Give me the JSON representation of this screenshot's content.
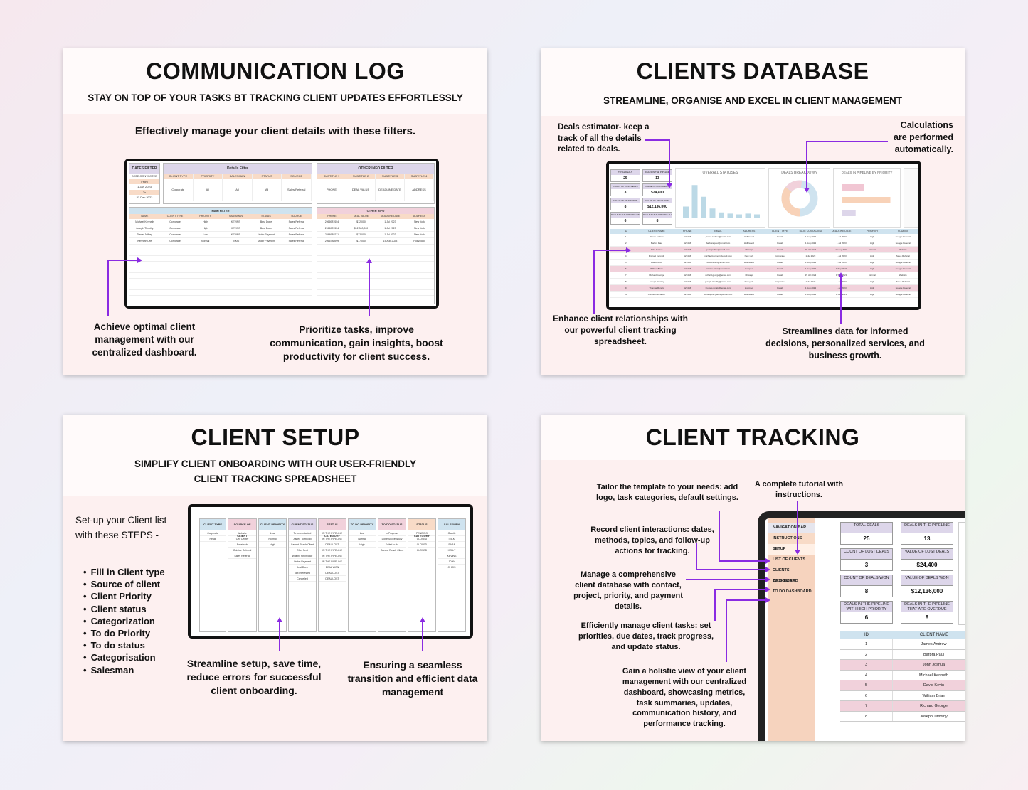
{
  "comm_log": {
    "title": "COMMUNICATION LOG",
    "subtitle": "STAY ON TOP OF YOUR TASKS BT TRACKING CLIENT UPDATES  EFFORTLESSLY",
    "headline": "Effectively manage your client details with these filters.",
    "caption_left": "Achieve optimal client management with our centralized dashboard.",
    "caption_right": "Prioritize tasks, improve communication, gain insights, boost productivity for client success.",
    "sheet": {
      "dates_filter": "DATES FILTER",
      "date_contacted": "DATE CONTACTED",
      "from": "From",
      "from_date": "1 Jan 2023",
      "to": "To",
      "to_date": "31 Dec 2023",
      "details_filter": "Details Filter",
      "details_cols": [
        "CLIENT TYPE",
        "PRIORITY",
        "SALESMAN",
        "STATUS",
        "SOURCE"
      ],
      "details_vals": [
        "Corporate",
        "All",
        "All",
        "All",
        "Sales Referral"
      ],
      "other_filter": "OTHER INFO FILTER",
      "other_cols": [
        "SUBTITLE 1",
        "SUBTITLE 2",
        "SUBTITLE 3",
        "SUBTITLE 4"
      ],
      "other_vals": [
        "PHONE",
        "DEAL VALUE",
        "DEADLINE DATE",
        "ADDRESS"
      ],
      "main_filter": "MAIN FILTER",
      "main_cols": [
        "NAME",
        "CLIENT TYPE",
        "PRIORITY",
        "SALESMAN",
        "STATUS",
        "SOURCE"
      ],
      "main_rows": [
        [
          "Michael Kenneth",
          "Corporate",
          "High",
          "KEVINS",
          "Best Done",
          "Sales Referral"
        ],
        [
          "Joseph Timothy",
          "Corporate",
          "High",
          "KEVINS",
          "Best Done",
          "Sales Referral"
        ],
        [
          "Daniel Jeffrey",
          "Corporate",
          "Low",
          "KEVINS",
          "Under Payment",
          "Sales Referral"
        ],
        [
          "Kenneth Lee",
          "Corporate",
          "Normal",
          "TEKKI",
          "Under Payment",
          "Sales Referral"
        ]
      ],
      "other_info": "OTHER INFO",
      "other_info_cols": [
        "PHONE",
        "DEAL VALUE",
        "DEADLINE DATE",
        "ADDRESS"
      ],
      "other_info_rows": [
        [
          "2066987654",
          "$12,000",
          "1 Jul 2023",
          "New York"
        ],
        [
          "2066987654",
          "$12,000,000",
          "1 Jul 2023",
          "New York"
        ],
        [
          "2066988711",
          "$12,000",
          "1 Jul 2023",
          "New York"
        ],
        [
          "2066788999",
          "$77,000",
          "15 Aug 2023",
          "Hollywood"
        ]
      ]
    }
  },
  "clients_db": {
    "title": "CLIENTS DATABASE",
    "subtitle": "STREAMLINE, ORGANISE AND EXCEL IN CLIENT MANAGEMENT",
    "callout_deals": "Deals estimator- keep a track of all the details related to deals.",
    "callout_calc": "Calculations are performed automatically.",
    "callout_relations": "Enhance client relationships with our powerful client tracking spreadsheet.",
    "callout_streamline": "Streamlines data for informed decisions, personalized services, and business growth.",
    "stats": [
      {
        "label": "TOTAL DEALS",
        "value": "25"
      },
      {
        "label": "DEALS IN THE PIPELINE",
        "value": "13"
      },
      {
        "label": "COUNT OF LOST DEALS",
        "value": "3"
      },
      {
        "label": "VALUE OF LOST DEALS",
        "value": "$24,400"
      },
      {
        "label": "COUNT OF DEALS WON",
        "value": "8"
      },
      {
        "label": "VALUE OF DEALS WON",
        "value": "$12,136,000"
      },
      {
        "label": "DEALS IN THE PIPELINE WITH HIGH PRIORITY",
        "value": "6"
      },
      {
        "label": "DEALS IN THE PIPELINE THAT ARE OVERDUE",
        "value": "8"
      }
    ],
    "chart1_title": "OVERALL STATUSES",
    "chart2_title": "DEALS BREAKDOWN",
    "chart3_title": "DEALS IN PIPELINE BY PRIORITY",
    "chart1_bars": [
      0.3,
      0.85,
      0.55,
      0.25,
      0.15,
      0.12,
      0.1,
      0.12,
      0.1
    ],
    "chart3_bars": [
      0.4,
      0.9,
      0.25
    ],
    "table_cols": [
      "ID",
      "CLIENT NAME",
      "PHONE",
      "EMAIL",
      "ADDRESS",
      "CLIENT TYPE",
      "DATE CONTACTED",
      "DEADLINE DATE",
      "PRIORITY",
      "SOURCE"
    ],
    "table_rows": [
      [
        "1",
        "James Andrew",
        "123456",
        "james.andrew@email.com",
        "Hollywood",
        "Retail",
        "1 Aug 2023",
        "1 Jul 2023",
        "High",
        "Google Referral"
      ],
      [
        "2",
        "Barbra Paul",
        "123456",
        "barbara.paul@email.com",
        "Hollywood",
        "Retail",
        "1 Aug 2023",
        "1 Jul 2023",
        "High",
        "Google Referral"
      ],
      [
        "3",
        "John Joshua",
        "123456",
        "john.joshua@email.com",
        "Chicago",
        "Retail",
        "15 Jul 2023",
        "15 Aug 2023",
        "Normal",
        "Website"
      ],
      [
        "4",
        "Michael Kenneth",
        "123456",
        "michael.kenneth@email.com",
        "New york",
        "Corporate",
        "1 Jul 2023",
        "1 Jul 2023",
        "High",
        "Sales Referral"
      ],
      [
        "5",
        "David Kevin",
        "123456",
        "david.kevin@email.com",
        "Hollywood",
        "Retail",
        "1 Aug 2023",
        "1 Jul 2023",
        "High",
        "Google Referral"
      ],
      [
        "6",
        "William Brian",
        "123456",
        "william.brian@email.com",
        "Liverpool",
        "Retail",
        "1 Aug 2023",
        "1 Sep 2023",
        "High",
        "Google Referral"
      ],
      [
        "7",
        "Richard George",
        "123456",
        "richard.george@email.com",
        "Chicago",
        "Retail",
        "15 Jul 2023",
        "1 Sep 2023",
        "Normal",
        "Website"
      ],
      [
        "8",
        "Joseph Timothy",
        "123456",
        "joseph.timothy@email.com",
        "New york",
        "Corporate",
        "1 Jul 2023",
        "1 Jul 2023",
        "High",
        "Sales Referral"
      ],
      [
        "9",
        "Thomas Ronald",
        "123456",
        "thomas.ronald@email.com",
        "Liverpool",
        "Retail",
        "1 Aug 2023",
        "1 Jul 2023",
        "High",
        "Google Referral"
      ],
      [
        "10",
        "Christopher Jason",
        "123456",
        "christopher.jason@email.com",
        "Hollywood",
        "Retail",
        "1 Aug 2023",
        "1 Sep 2023",
        "High",
        "Google Referral"
      ]
    ]
  },
  "client_setup": {
    "title": "CLIENT SETUP",
    "subtitle_line1": "SIMPLIFY CLIENT ONBOARDING WITH OUR USER-FRIENDLY",
    "subtitle_line2": "CLIENT TRACKING SPREADSHEET",
    "intro": "Set-up your Client list with these STEPS -",
    "steps": [
      "Fill in Client type",
      "Source of client",
      "Client Priority",
      "Client status",
      "Categorization",
      "To do Priority",
      "To do status",
      "Categorisation",
      "Salesman"
    ],
    "caption_left": "Streamline setup, save time, reduce errors for successful client onboarding.",
    "caption_right": "Ensuring a seamless transition and efficient data management",
    "columns": [
      {
        "header": "CLIENT TYPE",
        "items": [
          "Corporate",
          "Retail"
        ]
      },
      {
        "header": "SOURCE OF CLIENT",
        "items": [
          "Website",
          "Cell Center",
          "Facebook",
          "Outside Referral",
          "Sales Referral"
        ]
      },
      {
        "header": "CLIENT PRIORITY",
        "items": [
          "Low",
          "Normal",
          "High"
        ]
      },
      {
        "header": "CLIENT STATUS",
        "items": [
          "To be contacted",
          "Asked To Recall",
          "Cannot Reach Client",
          "Offer Sent",
          "Waiting for Invoice",
          "Under Payment",
          "Deal Done",
          "Not Interested",
          "Cancelled"
        ]
      },
      {
        "header": "STATUS CATEGORY",
        "items": [
          "IN THE PIPELINE",
          "IN THE PIPELINE",
          "DEAL LOST",
          "IN THE PIPELINE",
          "IN THE PIPELINE",
          "IN THE PIPELINE",
          "DEAL WON",
          "DEAL LOST",
          "DEAL LOST"
        ]
      },
      {
        "header": "TO DO PRIORITY",
        "items": [
          "Low",
          "Normal",
          "High"
        ]
      },
      {
        "header": "TO DO STATUS",
        "items": [
          "In Progress",
          "Done Successfully",
          "Failed to do",
          "Cannot Reach Client"
        ]
      },
      {
        "header": "STATUS CATEGORY",
        "items": [
          "PENDING",
          "CLOSED",
          "CLOSED",
          "CLOSED"
        ]
      },
      {
        "header": "SALESMEN",
        "items": [
          "Gareth",
          "TEKKI",
          "SARA",
          "KELLY",
          "KEVINS",
          "JOHN",
          "CHRIS"
        ]
      }
    ]
  },
  "client_tracking": {
    "title": "CLIENT TRACKING",
    "callout_tailor": "Tailor the template to your needs: add logo, task categories, default settings.",
    "callout_tutorial": "A complete tutorial with instructions.",
    "callout_record": "Record client interactions: dates, methods, topics, and follow-up actions for tracking.",
    "callout_manage": "Manage a comprehensive client database with contact, project, priority, and payment details.",
    "callout_tasks": "Efficiently manage client tasks: set priorities, due dates, track progress, and update status.",
    "callout_holistic": "Gain a holistic view of your client management with our centralized dashboard, showcasing metrics, task summaries, updates, communication history, and performance tracking.",
    "nav": [
      "NAVIGATION BAR",
      "INSTRUCTIONS",
      "SETUP",
      "LIST OF CLIENTS",
      "CLIENTS DASHBOARD",
      "TO DO LIST",
      "TO DO DASHBOARD"
    ],
    "stats": [
      {
        "label": "TOTAL DEALS",
        "value": "25"
      },
      {
        "label": "DEALS IN THE PIPELINE",
        "value": "13"
      },
      {
        "label": "COUNT OF LOST DEALS",
        "value": "3"
      },
      {
        "label": "VALUE OF LOST DEALS",
        "value": "$24,400"
      },
      {
        "label": "COUNT OF DEALS WON",
        "value": "8"
      },
      {
        "label": "VALUE OF DEALS WON",
        "value": "$12,136,000"
      },
      {
        "label": "DEALS IN THE PIPELINE WITH HIGH PRIORITY",
        "value": "6"
      },
      {
        "label": "DEALS IN THE PIPELINE THAT ARE OVERDUE",
        "value": "8"
      }
    ],
    "table_cols": [
      "ID",
      "CLIENT NAME"
    ],
    "table_rows": [
      [
        "1",
        "James Andrew"
      ],
      [
        "2",
        "Barbra Paul"
      ],
      [
        "3",
        "John Joshua"
      ],
      [
        "4",
        "Michael Kenneth"
      ],
      [
        "5",
        "David Kevin"
      ],
      [
        "6",
        "William Brian"
      ],
      [
        "7",
        "Richard George"
      ],
      [
        "8",
        "Joseph Timothy"
      ]
    ]
  },
  "colors": {
    "accent_purple": "#8a2be2",
    "panel_pink": "#fdf0f0",
    "header_blue": "#cfe3ef",
    "header_pink": "#f1d1db",
    "header_peach": "#f8dbc7",
    "header_lavender": "#ddd6ea",
    "nav_peach": "#f6d3be"
  }
}
